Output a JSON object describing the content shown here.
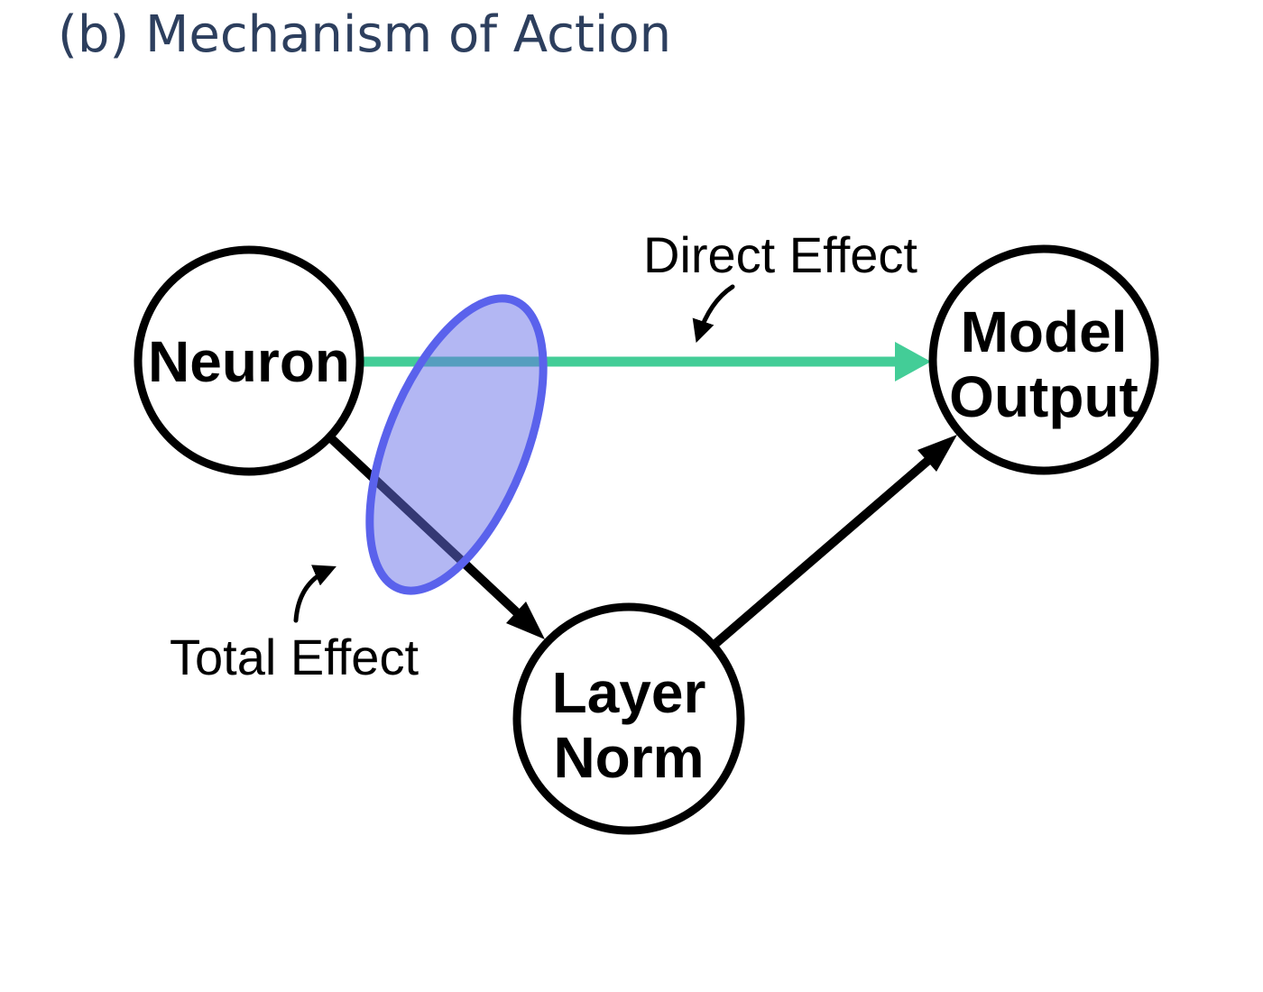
{
  "title": "(b) Mechanism of Action",
  "colors": {
    "title": "#2d3f5e",
    "green": "#43cd97",
    "ellipse-stroke": "#5a62ec",
    "ellipse-fill": "#6770e8",
    "node-stroke": "#000000"
  },
  "nodes": {
    "neuron": {
      "label": "Neuron"
    },
    "layer_norm": {
      "line1": "Layer",
      "line2": "Norm"
    },
    "model_output": {
      "line1": "Model",
      "line2": "Output"
    }
  },
  "labels": {
    "direct_effect": "Direct Effect",
    "total_effect": "Total Effect"
  }
}
